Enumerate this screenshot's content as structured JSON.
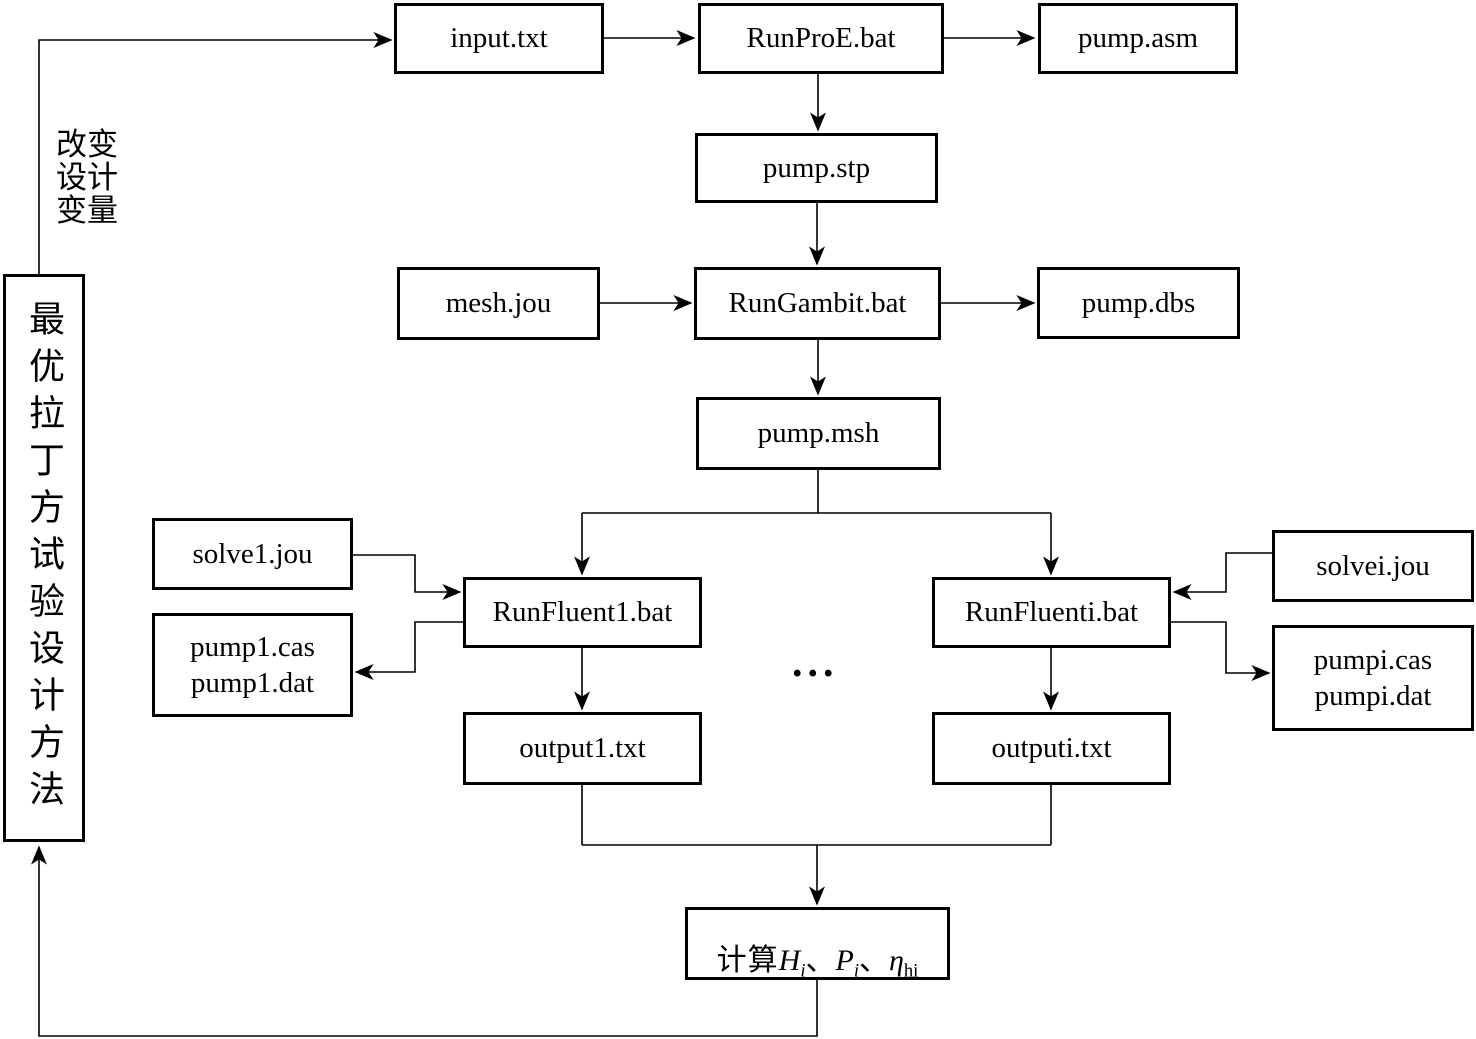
{
  "diagram": {
    "optimizer_label": "最优拉丁方试验设计方法",
    "feedback_label": "改变\n设计\n变量",
    "ellipsis": "...",
    "nodes": {
      "input_txt": "input.txt",
      "run_proe": "RunProE.bat",
      "pump_asm": "pump.asm",
      "pump_stp": "pump.stp",
      "mesh_jou": "mesh.jou",
      "run_gambit": "RunGambit.bat",
      "pump_dbs": "pump.dbs",
      "pump_msh": "pump.msh",
      "solve1_jou": "solve1.jou",
      "run_fluent1": "RunFluent1.bat",
      "pump1_files": "pump1.cas\npump1.dat",
      "output1_txt": "output1.txt",
      "solvei_jou": "solvei.jou",
      "run_fluenti": "RunFluenti.bat",
      "pumpi_files": "pumpi.cas\npumpi.dat",
      "outputi_txt": "outputi.txt"
    },
    "result_box": {
      "prefix": "计算",
      "sep1": "、",
      "sep2": "、",
      "terms": [
        {
          "v": "H",
          "sub": "i"
        },
        {
          "v": "P",
          "sub": "i"
        },
        {
          "v": "η",
          "sub": "hi"
        }
      ]
    },
    "colors": {
      "line": "#000000",
      "background": "#ffffff"
    }
  }
}
